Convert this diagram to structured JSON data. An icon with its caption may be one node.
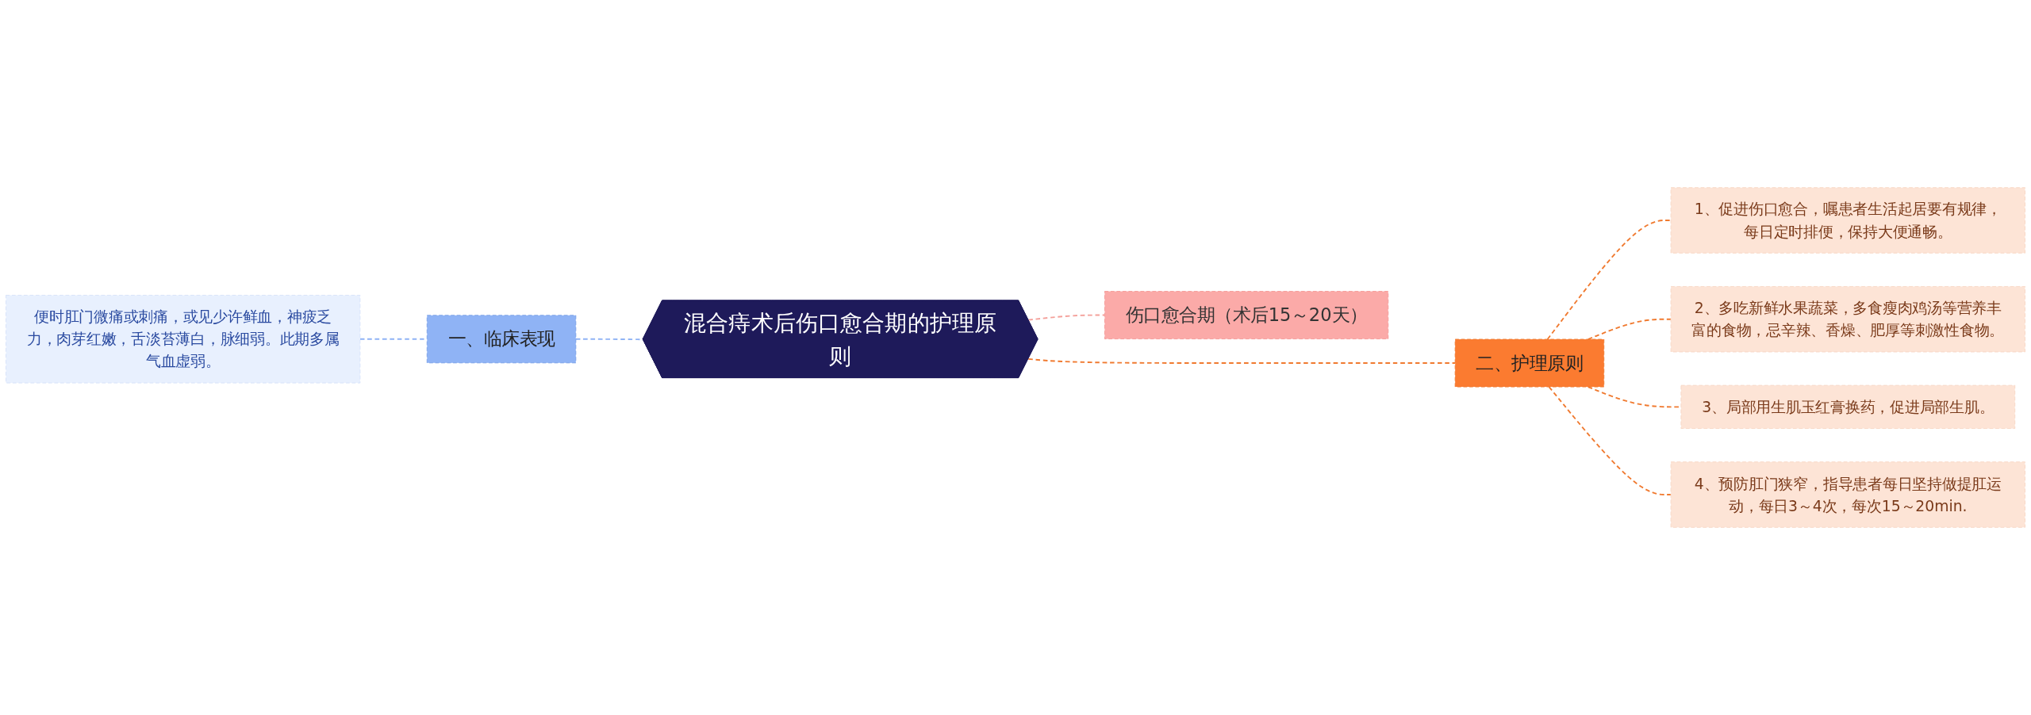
{
  "diagram": {
    "nodes": [
      {
        "text": [
          "混合痔术后伤口愈合期的护理原则"
        ]
      },
      {
        "text": [
          "一、临床表现"
        ]
      },
      {
        "text": [
          "便时肛门微痛或刺痛，或见少许鲜血，神疲乏力，肉芽红嫩，舌淡苔薄白，脉细弱。此期多属气血虚弱。"
        ]
      },
      {
        "text": [
          "伤口愈合期（术后15～20天）"
        ]
      },
      {
        "text": [
          "二、护理原则"
        ]
      },
      {
        "text": [
          "1、促进伤口愈合，嘱患者生活起居要有规律，每日定时排便，保持大便通畅。"
        ]
      },
      {
        "text": [
          "2、多吃新鲜水果蔬菜，多食瘦肉鸡汤等营养丰富的食物，忌辛辣、香燥、肥厚等刺激性食物。"
        ]
      },
      {
        "text": [
          "3、局部用生肌玉红膏换药，促进局部生肌。"
        ]
      },
      {
        "text": [
          "4、预防肛门狭窄，指导患者每日坚持做提肛运动，每日3～4次，每次15～20min."
        ]
      }
    ],
    "edges": [
      {
        "from": 0,
        "to": 1,
        "arrow": "none",
        "style": "dashed",
        "color": "#8fb3f5"
      },
      {
        "from": 1,
        "to": 2,
        "arrow": "none",
        "style": "dashed",
        "color": "#8fb3f5"
      },
      {
        "from": 0,
        "to": 3,
        "arrow": "none",
        "style": "dashed",
        "color": "#f4a09a"
      },
      {
        "from": 0,
        "to": 4,
        "arrow": "none",
        "style": "dashed"
      },
      {
        "from": 4,
        "to": 5,
        "arrow": "none",
        "style": "dashed"
      },
      {
        "from": 4,
        "to": 6,
        "arrow": "none",
        "style": "dashed"
      },
      {
        "from": 4,
        "to": 7,
        "arrow": "none",
        "style": "dashed"
      },
      {
        "from": 4,
        "to": 8,
        "arrow": "none",
        "style": "dashed"
      }
    ]
  }
}
